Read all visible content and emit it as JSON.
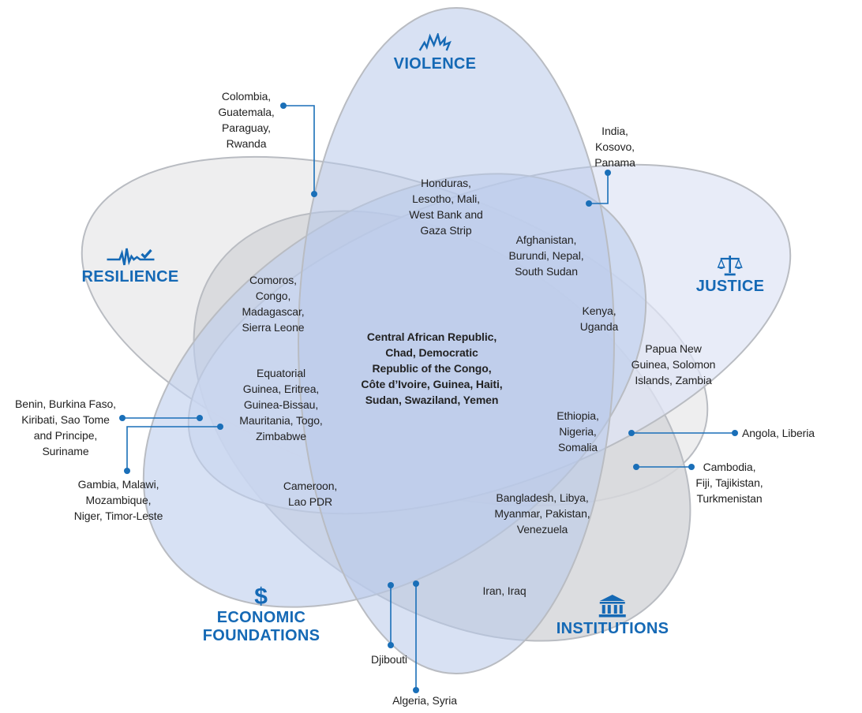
{
  "colors": {
    "accent": "#1569b5",
    "leader": "#1a6fb8",
    "outline": "#b9bcc2",
    "violence_fill": "#c9d5ee",
    "justice_fill": "#e3e8f6",
    "institutions_fill": "#d9dadd",
    "economic_fill": "#c8d5ef",
    "resilience_fill": "#ededee"
  },
  "categories": {
    "violence": {
      "label": "VIOLENCE",
      "icon": "explosion-icon"
    },
    "justice": {
      "label": "JUSTICE",
      "icon": "scales-icon"
    },
    "institutions": {
      "label": "INSTITUTIONS",
      "icon": "building-columns-icon"
    },
    "economic": {
      "label_line1": "ECONOMIC",
      "label_line2": "FOUNDATIONS",
      "icon": "dollar-icon"
    },
    "resilience": {
      "label": "RESILIENCE",
      "icon": "heartbeat-check-icon"
    }
  },
  "regions": {
    "center": [
      "Central African Republic,",
      "Chad, Democratic",
      "Republic of the Congo,",
      "Côte d’Ivoire, Guinea, Haiti,",
      "Sudan, Swaziland, Yemen"
    ],
    "honduras": [
      "Honduras,",
      "Lesotho, Mali,",
      "West Bank and",
      "Gaza Strip"
    ],
    "afghanistan": [
      "Afghanistan,",
      "Burundi, Nepal,",
      "South Sudan"
    ],
    "comoros": [
      "Comoros,",
      "Congo,",
      "Madagascar,",
      "Sierra Leone"
    ],
    "kenya": [
      "Kenya,",
      "Uganda"
    ],
    "papua": [
      "Papua New",
      "Guinea, Solomon",
      "Islands, Zambia"
    ],
    "equatorial": [
      "Equatorial",
      "Guinea, Eritrea,",
      "Guinea-Bissau,",
      "Mauritania, Togo,",
      "Zimbabwe"
    ],
    "ethiopia": [
      "Ethiopia,",
      "Nigeria,",
      "Somalia"
    ],
    "cameroon": [
      "Cameroon,",
      "Lao PDR"
    ],
    "bangladesh": [
      "Bangladesh, Libya,",
      "Myanmar, Pakistan,",
      "Venezuela"
    ],
    "iran": [
      "Iran, Iraq"
    ]
  },
  "callouts": {
    "colombia": [
      "Colombia,",
      "Guatemala,",
      "Paraguay,",
      "Rwanda"
    ],
    "india": [
      "India,",
      "Kosovo,",
      "Panama"
    ],
    "benin": [
      "Benin, Burkina Faso,",
      "Kiribati, Sao Tome",
      "and Principe,",
      "Suriname"
    ],
    "gambia": [
      "Gambia, Malawi,",
      "Mozambique,",
      "Niger, Timor-Leste"
    ],
    "angola": [
      "Angola, Liberia"
    ],
    "cambodia": [
      "Cambodia,",
      "Fiji, Tajikistan,",
      "Turkmenistan"
    ],
    "djibouti": [
      "Djibouti"
    ],
    "algeria": [
      "Algeria, Syria"
    ]
  }
}
